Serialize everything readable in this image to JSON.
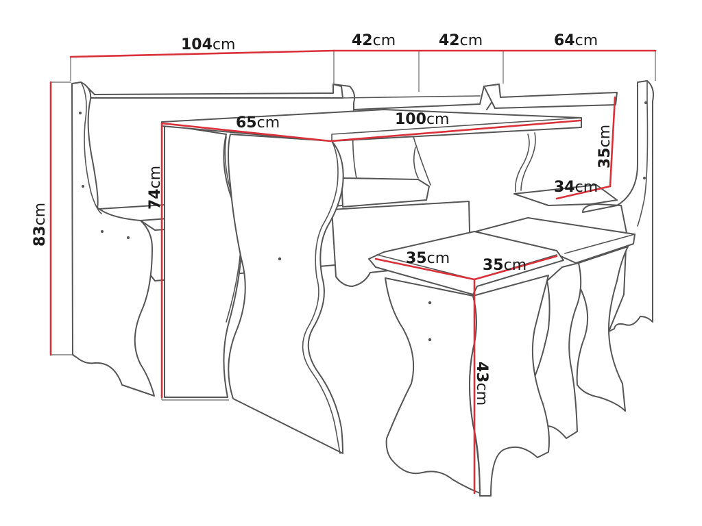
{
  "colors": {
    "dimension_line": "#d9313a",
    "outline": "#555555",
    "background": "#ffffff"
  },
  "dimensions": {
    "bench_long_length": {
      "value": "104",
      "unit": "cm"
    },
    "seat_depth_left": {
      "value": "42",
      "unit": "cm"
    },
    "seat_depth_right": {
      "value": "42",
      "unit": "cm"
    },
    "bench_short_length": {
      "value": "64",
      "unit": "cm"
    },
    "total_height": {
      "value": "83",
      "unit": "cm"
    },
    "table_depth": {
      "value": "65",
      "unit": "cm"
    },
    "table_width": {
      "value": "100",
      "unit": "cm"
    },
    "table_height": {
      "value": "74",
      "unit": "cm"
    },
    "backrest_height": {
      "value": "35",
      "unit": "cm"
    },
    "seat_depth_side": {
      "value": "34",
      "unit": "cm"
    },
    "stool_depth": {
      "value": "35",
      "unit": "cm"
    },
    "stool_width": {
      "value": "35",
      "unit": "cm"
    },
    "stool_height": {
      "value": "43",
      "unit": "cm"
    }
  }
}
